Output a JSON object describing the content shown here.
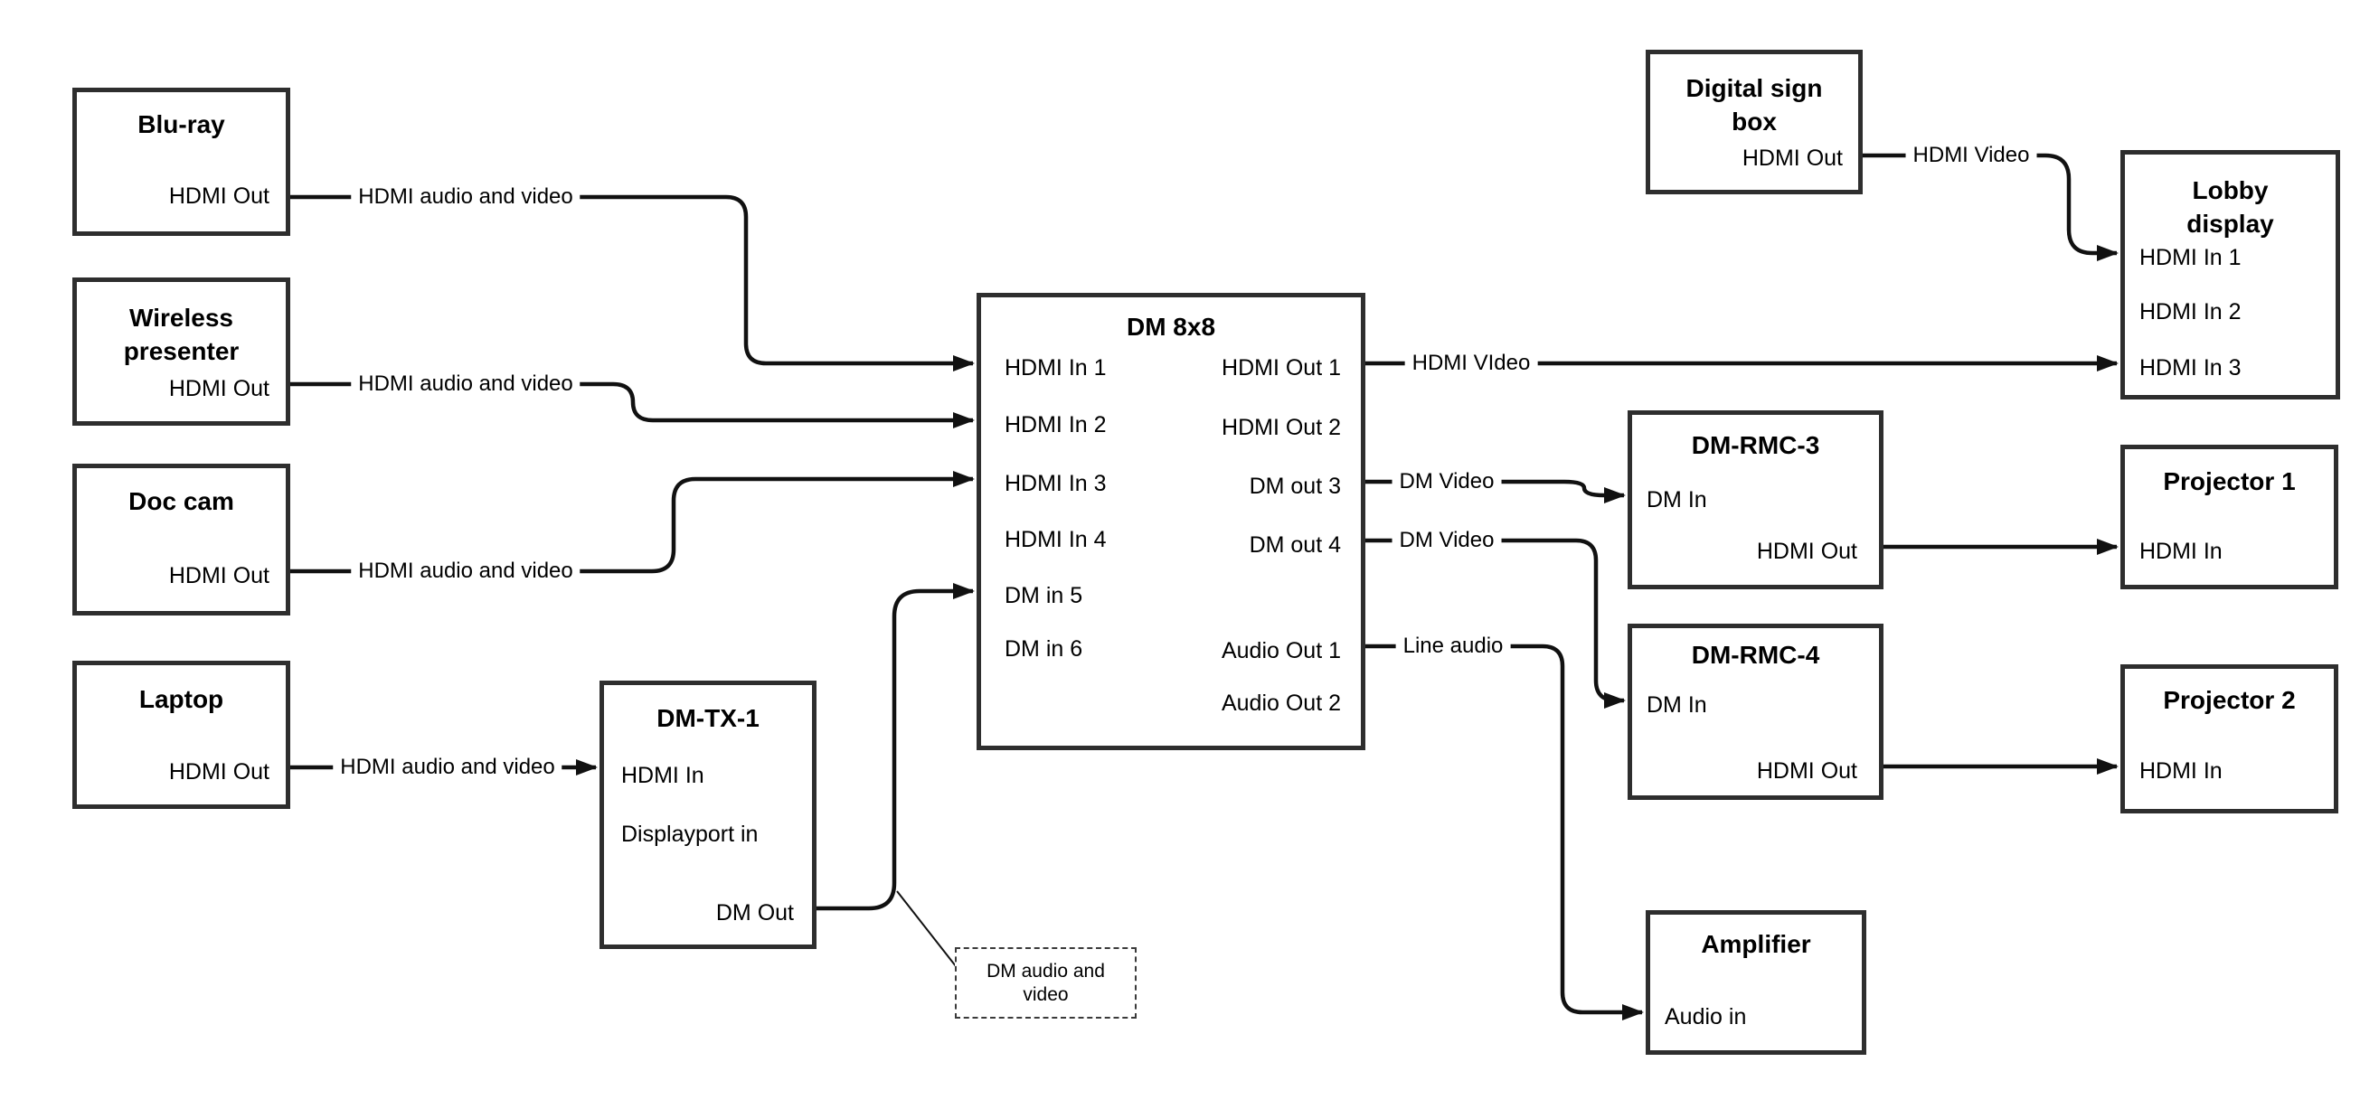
{
  "nodes": {
    "bluray": {
      "title": "Blu-ray",
      "ports": {
        "hdmi_out": "HDMI Out"
      }
    },
    "wireless": {
      "title_line1": "Wireless",
      "title_line2": "presenter",
      "ports": {
        "hdmi_out": "HDMI Out"
      }
    },
    "doccam": {
      "title": "Doc cam",
      "ports": {
        "hdmi_out": "HDMI Out"
      }
    },
    "laptop": {
      "title": "Laptop",
      "ports": {
        "hdmi_out": "HDMI Out"
      }
    },
    "dmtx1": {
      "title": "DM-TX-1",
      "ports": {
        "hdmi_in": "HDMI In",
        "displayport_in": "Displayport in",
        "dm_out": "DM Out"
      }
    },
    "dm8x8": {
      "title": "DM 8x8",
      "ports": {
        "hdmi_in_1": "HDMI In 1",
        "hdmi_in_2": "HDMI In 2",
        "hdmi_in_3": "HDMI In 3",
        "hdmi_in_4": "HDMI In 4",
        "dm_in_5": "DM in 5",
        "dm_in_6": "DM in 6",
        "hdmi_out_1": "HDMI Out 1",
        "hdmi_out_2": "HDMI Out 2",
        "dm_out_3": "DM out 3",
        "dm_out_4": "DM out 4",
        "audio_out_1": "Audio Out 1",
        "audio_out_2": "Audio Out 2"
      }
    },
    "digital_sign": {
      "title_line1": "Digital sign",
      "title_line2": "box",
      "ports": {
        "hdmi_out": "HDMI Out"
      }
    },
    "lobby": {
      "title_line1": "Lobby",
      "title_line2": "display",
      "ports": {
        "hdmi_in_1": "HDMI In 1",
        "hdmi_in_2": "HDMI In 2",
        "hdmi_in_3": "HDMI In 3"
      }
    },
    "dmrmc3": {
      "title": "DM-RMC-3",
      "ports": {
        "dm_in": "DM In",
        "hdmi_out": "HDMI Out"
      }
    },
    "projector1": {
      "title": "Projector 1",
      "ports": {
        "hdmi_in": "HDMI In"
      }
    },
    "dmrmc4": {
      "title": "DM-RMC-4",
      "ports": {
        "dm_in": "DM In",
        "hdmi_out": "HDMI Out"
      }
    },
    "projector2": {
      "title": "Projector 2",
      "ports": {
        "hdmi_in": "HDMI In"
      }
    },
    "amplifier": {
      "title": "Amplifier",
      "ports": {
        "audio_in": "Audio in"
      }
    }
  },
  "wire_labels": {
    "bluray_feed": "HDMI audio and video",
    "wireless_feed": "HDMI audio and video",
    "doccam_feed": "HDMI audio and video",
    "laptop_feed": "HDMI audio and video",
    "hdmi_out1_feed": "HDMI VIdeo",
    "digital_sign_feed": "HDMI Video",
    "dm_out3_feed": "DM Video",
    "dm_out4_feed": "DM Video",
    "audio_out1_feed": "Line audio"
  },
  "callout": {
    "line1": "DM audio and",
    "line2": "video"
  },
  "edges": [
    {
      "from": "Blu-ray / HDMI Out",
      "to": "DM 8x8 / HDMI In 1",
      "label": "HDMI audio and video"
    },
    {
      "from": "Wireless presenter / HDMI Out",
      "to": "DM 8x8 / HDMI In 2",
      "label": "HDMI audio and video"
    },
    {
      "from": "Doc cam / HDMI Out",
      "to": "DM 8x8 / HDMI In 3",
      "label": "HDMI audio and video"
    },
    {
      "from": "Laptop / HDMI Out",
      "to": "DM-TX-1 / HDMI In",
      "label": "HDMI audio and video"
    },
    {
      "from": "DM-TX-1 / DM Out",
      "to": "DM 8x8 / DM in 5",
      "label": "DM audio and video"
    },
    {
      "from": "DM 8x8 / HDMI Out 1",
      "to": "Lobby display / HDMI In 3",
      "label": "HDMI VIdeo"
    },
    {
      "from": "Digital sign box / HDMI Out",
      "to": "Lobby display / HDMI In 1",
      "label": "HDMI Video"
    },
    {
      "from": "DM 8x8 / DM out 3",
      "to": "DM-RMC-3 / DM In",
      "label": "DM Video"
    },
    {
      "from": "DM 8x8 / DM out 4",
      "to": "DM-RMC-4 / DM In",
      "label": "DM Video"
    },
    {
      "from": "DM 8x8 / Audio Out 1",
      "to": "Amplifier / Audio in",
      "label": "Line audio"
    },
    {
      "from": "DM-RMC-3 / HDMI Out",
      "to": "Projector 1 / HDMI In",
      "label": ""
    },
    {
      "from": "DM-RMC-4 / HDMI Out",
      "to": "Projector 2 / HDMI In",
      "label": ""
    }
  ],
  "colors": {
    "wire": "#111111",
    "box_border": "#2e2e2e",
    "text": "#000000",
    "background": "#ffffff"
  }
}
